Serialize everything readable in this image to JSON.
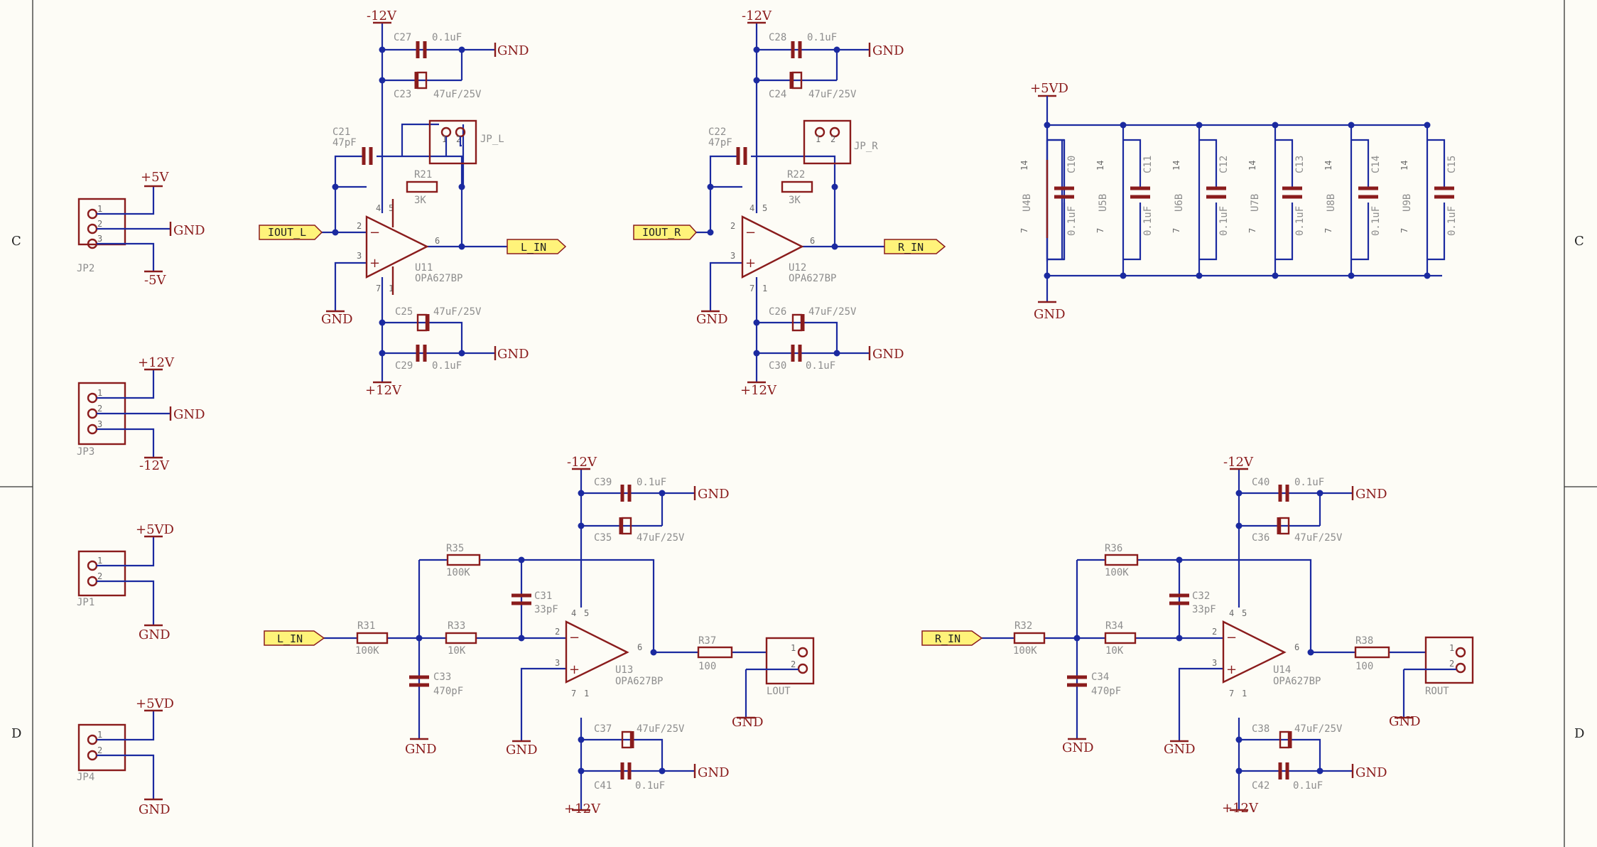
{
  "zones": [
    "C",
    "C",
    "D",
    "D"
  ],
  "power": {
    "neg12": "-12V",
    "pos12": "+12V",
    "gnd": "GND",
    "p5v": "+5V",
    "n5v": "-5V",
    "p5vd": "+5VD"
  },
  "connectors": {
    "jp2": "JP2",
    "jp3": "JP3",
    "jp1": "JP1",
    "jp4": "JP4",
    "jp_l": "JP_L",
    "jp_r": "JP_R",
    "lout": "LOUT",
    "rout": "ROUT"
  },
  "ports": {
    "iout_l": "IOUT_L",
    "iout_r": "IOUT_R",
    "l_in": "L_IN",
    "r_in": "R_IN"
  },
  "opamps": {
    "u11": "U11",
    "u12": "U12",
    "u13": "U13",
    "u14": "U14",
    "type": "OPA627BP"
  },
  "components": {
    "c27": "C27",
    "c23": "C23",
    "c21": "C21",
    "c25": "C25",
    "c29": "C29",
    "c28": "C28",
    "c24": "C24",
    "c22": "C22",
    "c26": "C26",
    "c30": "C30",
    "c39": "C39",
    "c35": "C35",
    "c31": "C31",
    "c33": "C33",
    "c37": "C37",
    "c41": "C41",
    "c40": "C40",
    "c36": "C36",
    "c32": "C32",
    "c34": "C34",
    "c38": "C38",
    "c42": "C42",
    "r21": "R21",
    "r22": "R22",
    "r31": "R31",
    "r32": "R32",
    "r33": "R33",
    "r34": "R34",
    "r35": "R35",
    "r36": "R36",
    "r37": "R37",
    "r38": "R38"
  },
  "values": {
    "v01uf": "0.1uF",
    "v47uf": "47uF/25V",
    "v47pf": "47pF",
    "v3k": "3K",
    "v100k": "100K",
    "v10k": "10K",
    "v33pf": "33pF",
    "v470pf": "470pF",
    "v100": "100"
  },
  "decoupling": {
    "caps": [
      "C10",
      "C11",
      "C12",
      "C13",
      "C14",
      "C15"
    ],
    "units": [
      "U4B",
      "U5B",
      "U6B",
      "U7B",
      "U8B",
      "U9B"
    ],
    "pin_top": "14",
    "pin_bottom": "7",
    "value": "0.1uF"
  },
  "pins": {
    "p1": "1",
    "p2": "2",
    "p3": "3",
    "p4": "4",
    "p5": "5",
    "p6": "6",
    "p7": "7",
    "minus": "−",
    "plus": "+"
  }
}
